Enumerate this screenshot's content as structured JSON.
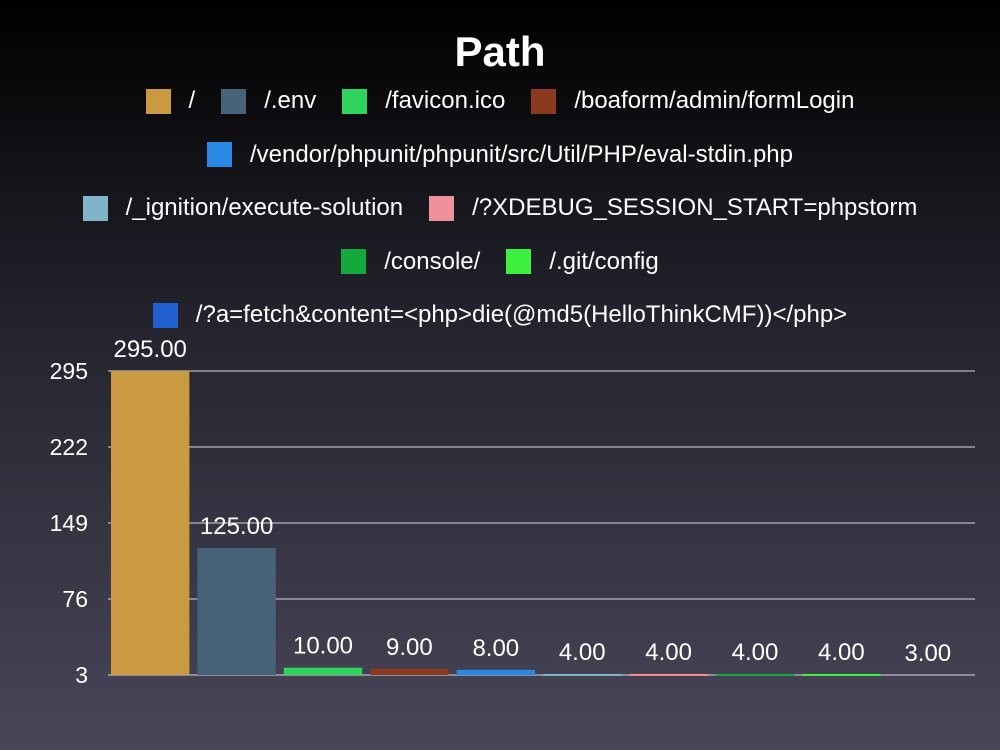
{
  "chart_data": {
    "type": "bar",
    "title": "Path",
    "xlabel": "",
    "ylabel": "",
    "categories": [
      "/",
      "/.env",
      "/favicon.ico",
      "/boaform/admin/formLogin",
      "/vendor/phpunit/phpunit/src/Util/PHP/eval-stdin.php",
      "/_ignition/execute-solution",
      "/?XDEBUG_SESSION_START=phpstorm",
      "/console/",
      "/.git/config",
      "/?a=fetch&content=<php>die(@md5(HelloThinkCMF))</php>"
    ],
    "values": [
      295,
      125,
      10,
      9,
      8,
      4,
      4,
      4,
      4,
      3
    ],
    "value_labels": [
      "295.00",
      "125.00",
      "10.00",
      "9.00",
      "8.00",
      "4.00",
      "4.00",
      "4.00",
      "4.00",
      "3.00"
    ],
    "colors": [
      "#c99a41",
      "#48627a",
      "#2fd45e",
      "#8a3a1e",
      "#2b87e4",
      "#80b4c9",
      "#f0909a",
      "#13a93d",
      "#3ef040",
      "#2361d1"
    ],
    "ylim": [
      3,
      295
    ],
    "yticks": [
      3,
      76,
      149,
      222,
      295
    ],
    "ytick_labels": [
      "3",
      "76",
      "149",
      "222",
      "295"
    ],
    "grid": true,
    "legend_position": "top",
    "legend_rows": [
      [
        0,
        1,
        2,
        3
      ],
      [
        4
      ],
      [
        5,
        6
      ],
      [
        7,
        8
      ],
      [
        9
      ]
    ]
  }
}
